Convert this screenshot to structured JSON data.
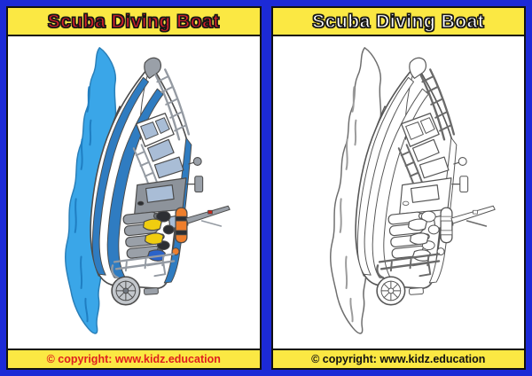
{
  "page": {
    "background_color": "#1c2ad6",
    "description": "Scuba Diving Boat printable worksheet: colored reference picture on the left, black-and-white coloring version on the right"
  },
  "panels": [
    {
      "id": "colored-reference",
      "title": "Scuba Diving Boat",
      "title_color": "#d4202c",
      "banner_color": "#fbe843",
      "footer_text": "© copyright: www.kidz.education",
      "footer_color": "#e01e1e",
      "artwork_style": "full-color illustration"
    },
    {
      "id": "coloring-page",
      "title": "Scuba Diving Boat",
      "title_color": "#ffffff",
      "banner_color": "#fbe843",
      "footer_text": "© copyright: www.kidz.education",
      "footer_color": "#111111",
      "artwork_style": "black-and-white line art"
    }
  ],
  "artwork": {
    "subject": "scuba diving boat, side view rotated vertically with bow at top and water splash on the left",
    "elements": [
      "water-splash",
      "white-hull-with-blue-stripes",
      "maroon-keel-band",
      "bow-cap",
      "bow-rail-ladder",
      "windshield",
      "mid-railing",
      "cabin-windows",
      "gray-cabin-band-with-window",
      "scuba-tank-rack",
      "dive-gear",
      "yellow-fins",
      "blue-fin",
      "orange-life-ring",
      "stern-railing",
      "stern-wheel",
      "outrigger-spar-with-red-flag",
      "mirror",
      "knob"
    ],
    "colors": {
      "water": "#3aa6e8",
      "hull_stripe": "#2f7cc1",
      "keel": "#7c2b24",
      "window_glass": "#a9bdd6",
      "tanks": "#9aa0a8",
      "fin_yellow": "#f0cd10",
      "fin_blue": "#2b63c9",
      "life_ring": "#ee7e2c",
      "stern_wheel": "#c3c7cc"
    }
  }
}
